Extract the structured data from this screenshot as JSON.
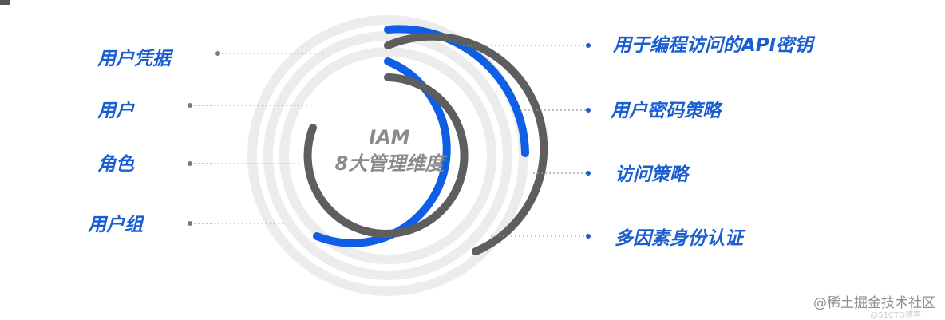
{
  "center": {
    "line1": "IAM",
    "line2": "8大管理维度"
  },
  "left_labels": [
    "用户凭据",
    "用户",
    "角色",
    "用户组"
  ],
  "right_labels": [
    "用于编程访问的API密钥",
    "用户密码策略",
    "访问策略",
    "多因素身份认证"
  ],
  "watermark": {
    "main": "@稀土掘金技术社区",
    "sub": "@51CTO博客"
  },
  "colors": {
    "accent_blue": "#0f5fe6",
    "dark_gray": "#5e5e5e",
    "light_gray": "#ececec",
    "label_blue": "#1a5fd1",
    "center_text": "#8b8b8b"
  }
}
